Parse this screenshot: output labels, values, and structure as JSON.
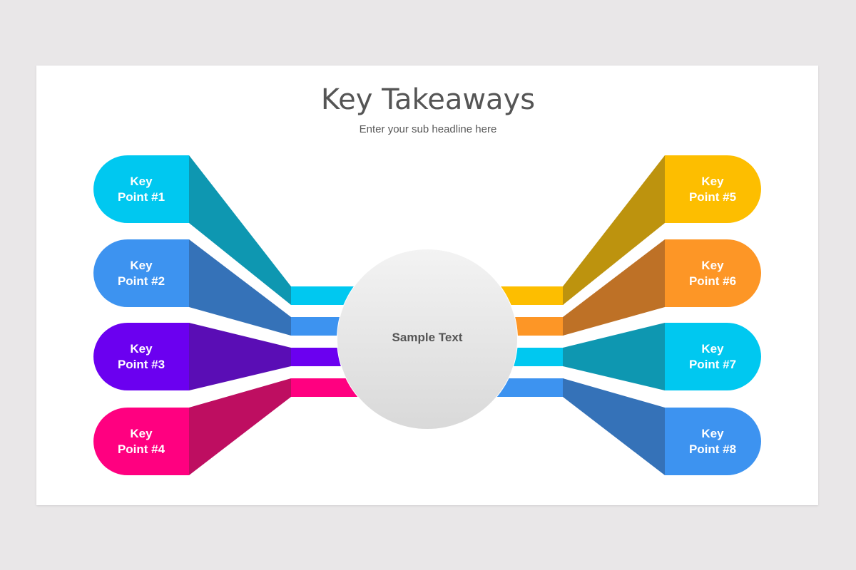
{
  "header": {
    "title": "Key Takeaways",
    "subtitle": "Enter your sub headline here"
  },
  "center": {
    "label": "Sample Text"
  },
  "points": [
    {
      "line1": "Key",
      "line2": "Point #1",
      "side": "left",
      "color": "#00C8F0",
      "shade": "#0E97B1"
    },
    {
      "line1": "Key",
      "line2": "Point #2",
      "side": "left",
      "color": "#3D93F0",
      "shade": "#3572B8"
    },
    {
      "line1": "Key",
      "line2": "Point #3",
      "side": "left",
      "color": "#6B00F0",
      "shade": "#5A0DB5"
    },
    {
      "line1": "Key",
      "line2": "Point #4",
      "side": "left",
      "color": "#FF0080",
      "shade": "#BE0E61"
    },
    {
      "line1": "Key",
      "line2": "Point #5",
      "side": "right",
      "color": "#FDBE00",
      "shade": "#BD930E"
    },
    {
      "line1": "Key",
      "line2": "Point #6",
      "side": "right",
      "color": "#FD9626",
      "shade": "#BE7126"
    },
    {
      "line1": "Key",
      "line2": "Point #7",
      "side": "right",
      "color": "#00C8F0",
      "shade": "#0E97B1"
    },
    {
      "line1": "Key",
      "line2": "Point #8",
      "side": "right",
      "color": "#3D93F0",
      "shade": "#3572B8"
    }
  ]
}
